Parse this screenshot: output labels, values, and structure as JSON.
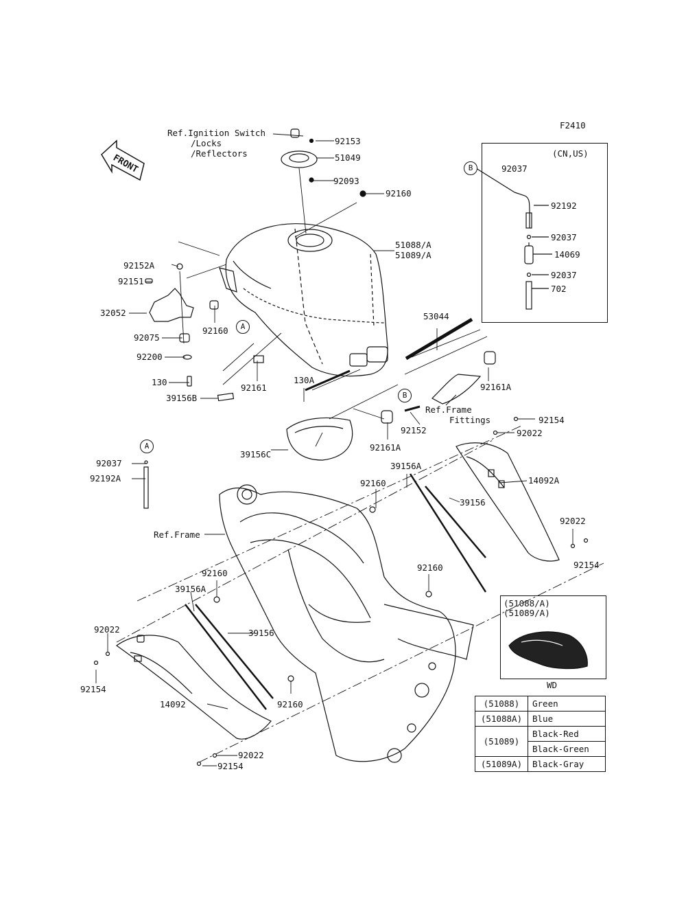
{
  "figure_code": "F2410",
  "front_label": "FRONT",
  "ref_ignition": [
    "Ref.Ignition Switch",
    "/Locks",
    "/Reflectors"
  ],
  "ref_frame_fittings": [
    "Ref.Frame",
    "Fittings"
  ],
  "ref_frame": "Ref.Frame",
  "inset_cn_us": {
    "title": "(CN,US)",
    "parts": [
      "92037",
      "92192",
      "92037",
      "14069",
      "92037",
      "702"
    ]
  },
  "inset_wd": {
    "models": [
      "(51088/A)",
      "(51089/A)"
    ],
    "label": "WD"
  },
  "circle_labels": {
    "A": "A",
    "B": "B"
  },
  "parts": {
    "p92153": "92153",
    "p51049": "51049",
    "p92093": "92093",
    "p92160_top": "92160",
    "p51088": "51088/A",
    "p51089": "51089/A",
    "p92152A": "92152A",
    "p92151": "92151",
    "p32052": "32052",
    "p92075": "92075",
    "p92200": "92200",
    "p130": "130",
    "p39156B": "39156B",
    "p92161": "92161",
    "p92160_tank": "92160",
    "p130A": "130A",
    "p53044": "53044",
    "p92161A_r": "92161A",
    "p92152": "92152",
    "p92161A_c": "92161A",
    "p39156C": "39156C",
    "p92154_tr": "92154",
    "p92022_tr": "92022",
    "p92037_l": "92037",
    "p92192A": "92192A",
    "p39156A_top": "39156A",
    "p14092A": "14092A",
    "p92160_mid": "92160",
    "p39156_r": "39156",
    "p92022_r": "92022",
    "p92154_r": "92154",
    "p92160_c": "92160",
    "p92160_l": "92160",
    "p39156A_l": "39156A",
    "p39156_l": "39156",
    "p92022_l": "92022",
    "p92154_l": "92154",
    "p14092": "14092",
    "p92160_bot": "92160",
    "p92022_b": "92022",
    "p92154_b": "92154"
  },
  "color_table": [
    {
      "code": "(51088)",
      "colors": [
        "Green"
      ]
    },
    {
      "code": "(51088A)",
      "colors": [
        "Blue"
      ]
    },
    {
      "code": "(51089)",
      "colors": [
        "Black-Red",
        "Black-Green"
      ]
    },
    {
      "code": "(51089A)",
      "colors": [
        "Black-Gray"
      ]
    }
  ]
}
